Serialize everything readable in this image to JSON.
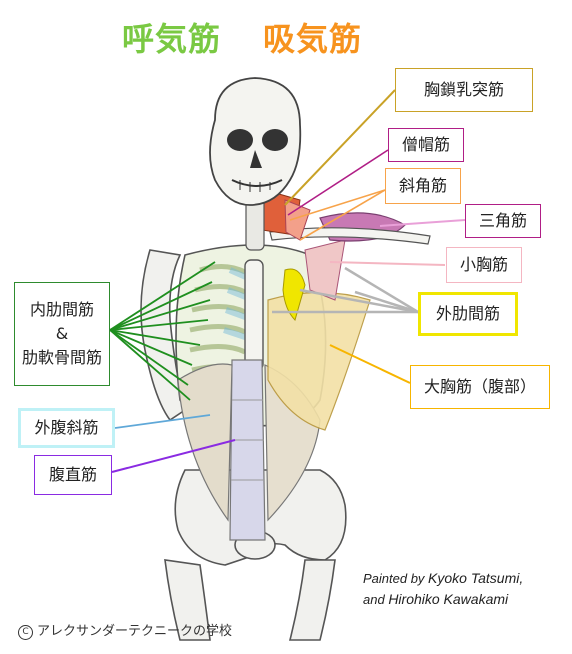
{
  "title": {
    "expiratory": "呼気筋",
    "inspiratory": "吸気筋",
    "expiratory_color": "#7ac943",
    "inspiratory_color": "#f7931e"
  },
  "labels": {
    "scm": "胸鎖乳突筋",
    "trapezius": "僧帽筋",
    "scalene": "斜角筋",
    "deltoid": "三角筋",
    "pec_minor": "小胸筋",
    "external_intercostal": "外肋間筋",
    "pec_major": "大胸筋（腹部）",
    "internal_intercostal_1": "内肋間筋",
    "internal_intercostal_2": "&",
    "internal_intercostal_3": "肋軟骨間筋",
    "external_oblique": "外腹斜筋",
    "rectus_abdominis": "腹直筋"
  },
  "label_colors": {
    "scm": "#c9a227",
    "trapezius": "#b01e86",
    "scalene": "#f7a34a",
    "deltoid": "#b01e86",
    "pec_minor": "#f4b6c2",
    "external_intercostal": "#f0e600",
    "pec_major": "#f7b500",
    "internal_intercostal": "#2e8b2e",
    "external_oblique": "#8fe3f0",
    "rectus_abdominis": "#8a2be2"
  },
  "credit": {
    "painted_by": "Painted by ",
    "name1": "Kyoko Tatsumi,",
    "and": "and ",
    "name2": "Hirohiko Kawakami"
  },
  "copyright": {
    "symbol": "C",
    "text": "アレクサンダーテクニークの学校"
  }
}
